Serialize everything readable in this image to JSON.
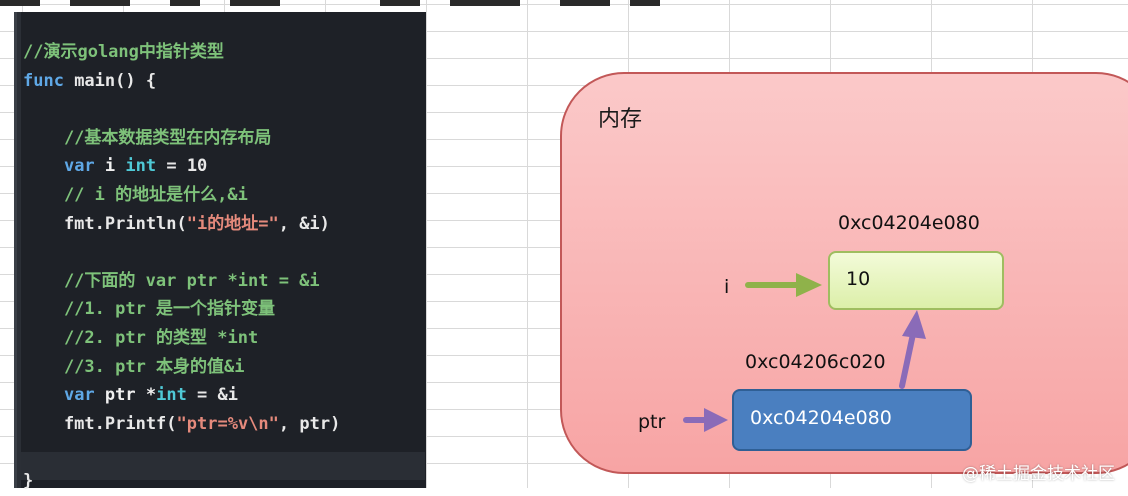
{
  "code": {
    "lines": [
      [
        {
          "t": "//演示golang中指针类型",
          "c": "comment"
        }
      ],
      [
        {
          "t": "func",
          "c": "kw"
        },
        {
          "t": " main() {",
          "c": "plain"
        }
      ],
      [
        {
          "t": "",
          "c": "plain"
        }
      ],
      [
        {
          "t": "    //基本数据类型在内存布局",
          "c": "comment"
        }
      ],
      [
        {
          "t": "    ",
          "c": "plain"
        },
        {
          "t": "var",
          "c": "kw"
        },
        {
          "t": " i ",
          "c": "id"
        },
        {
          "t": "int",
          "c": "type"
        },
        {
          "t": " = 10",
          "c": "plain"
        }
      ],
      [
        {
          "t": "    // i 的地址是什么,&i",
          "c": "comment"
        }
      ],
      [
        {
          "t": "    fmt.Println(",
          "c": "plain"
        },
        {
          "t": "\"i的地址=\"",
          "c": "str"
        },
        {
          "t": ", &i)",
          "c": "plain"
        }
      ],
      [
        {
          "t": "",
          "c": "plain"
        }
      ],
      [
        {
          "t": "    //下面的 var ptr *int = &i",
          "c": "comment"
        }
      ],
      [
        {
          "t": "    //1. ptr 是一个指针变量",
          "c": "comment"
        }
      ],
      [
        {
          "t": "    //2. ptr 的类型 *int",
          "c": "comment"
        }
      ],
      [
        {
          "t": "    //3. ptr 本身的值&i",
          "c": "comment"
        }
      ],
      [
        {
          "t": "    ",
          "c": "plain"
        },
        {
          "t": "var",
          "c": "kw"
        },
        {
          "t": " ptr *",
          "c": "id"
        },
        {
          "t": "int",
          "c": "type"
        },
        {
          "t": " = &i",
          "c": "plain"
        }
      ],
      [
        {
          "t": "    fmt.Printf(",
          "c": "plain"
        },
        {
          "t": "\"ptr=%v\\n\"",
          "c": "str"
        },
        {
          "t": ", ptr)",
          "c": "plain"
        }
      ],
      [
        {
          "t": "",
          "c": "plain"
        }
      ],
      [
        {
          "t": "}",
          "c": "plain"
        }
      ]
    ]
  },
  "diagram": {
    "memory_label": "内存",
    "i_address": "0xc04204e080",
    "i_var": "i",
    "i_value": "10",
    "ptr_address": "0xc04206c020",
    "ptr_var": "ptr",
    "ptr_value": "0xc04204e080"
  },
  "watermark": "@稀土掘金技术社区",
  "colors": {
    "editor_bg": "#1e2127",
    "memory_fill": "#f7a4a4",
    "i_box": "#dcefa9",
    "ptr_box": "#4a7fc0",
    "arrow_green": "#8fb24a",
    "arrow_purple": "#8a6bb8"
  }
}
